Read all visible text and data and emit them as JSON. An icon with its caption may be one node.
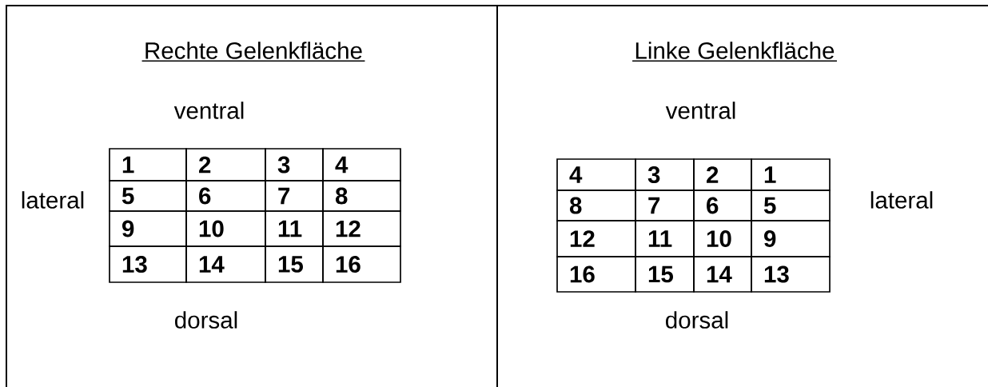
{
  "diagram": {
    "nodes": [
      {
        "text": [
          "Rechte Gelenkfläche",
          "ventral",
          "lateral",
          "dorsal"
        ]
      },
      {
        "text": [
          "Linke Gelenkfläche",
          "ventral",
          "lateral",
          "dorsal"
        ]
      }
    ],
    "labels": [
      "1",
      "2",
      "3",
      "4",
      "5",
      "6",
      "7",
      "8",
      "9",
      "10",
      "11",
      "12",
      "13",
      "14",
      "15",
      "16",
      "4",
      "3",
      "2",
      "1",
      "8",
      "7",
      "6",
      "5",
      "12",
      "11",
      "10",
      "9",
      "16",
      "15",
      "14",
      "13"
    ]
  }
}
